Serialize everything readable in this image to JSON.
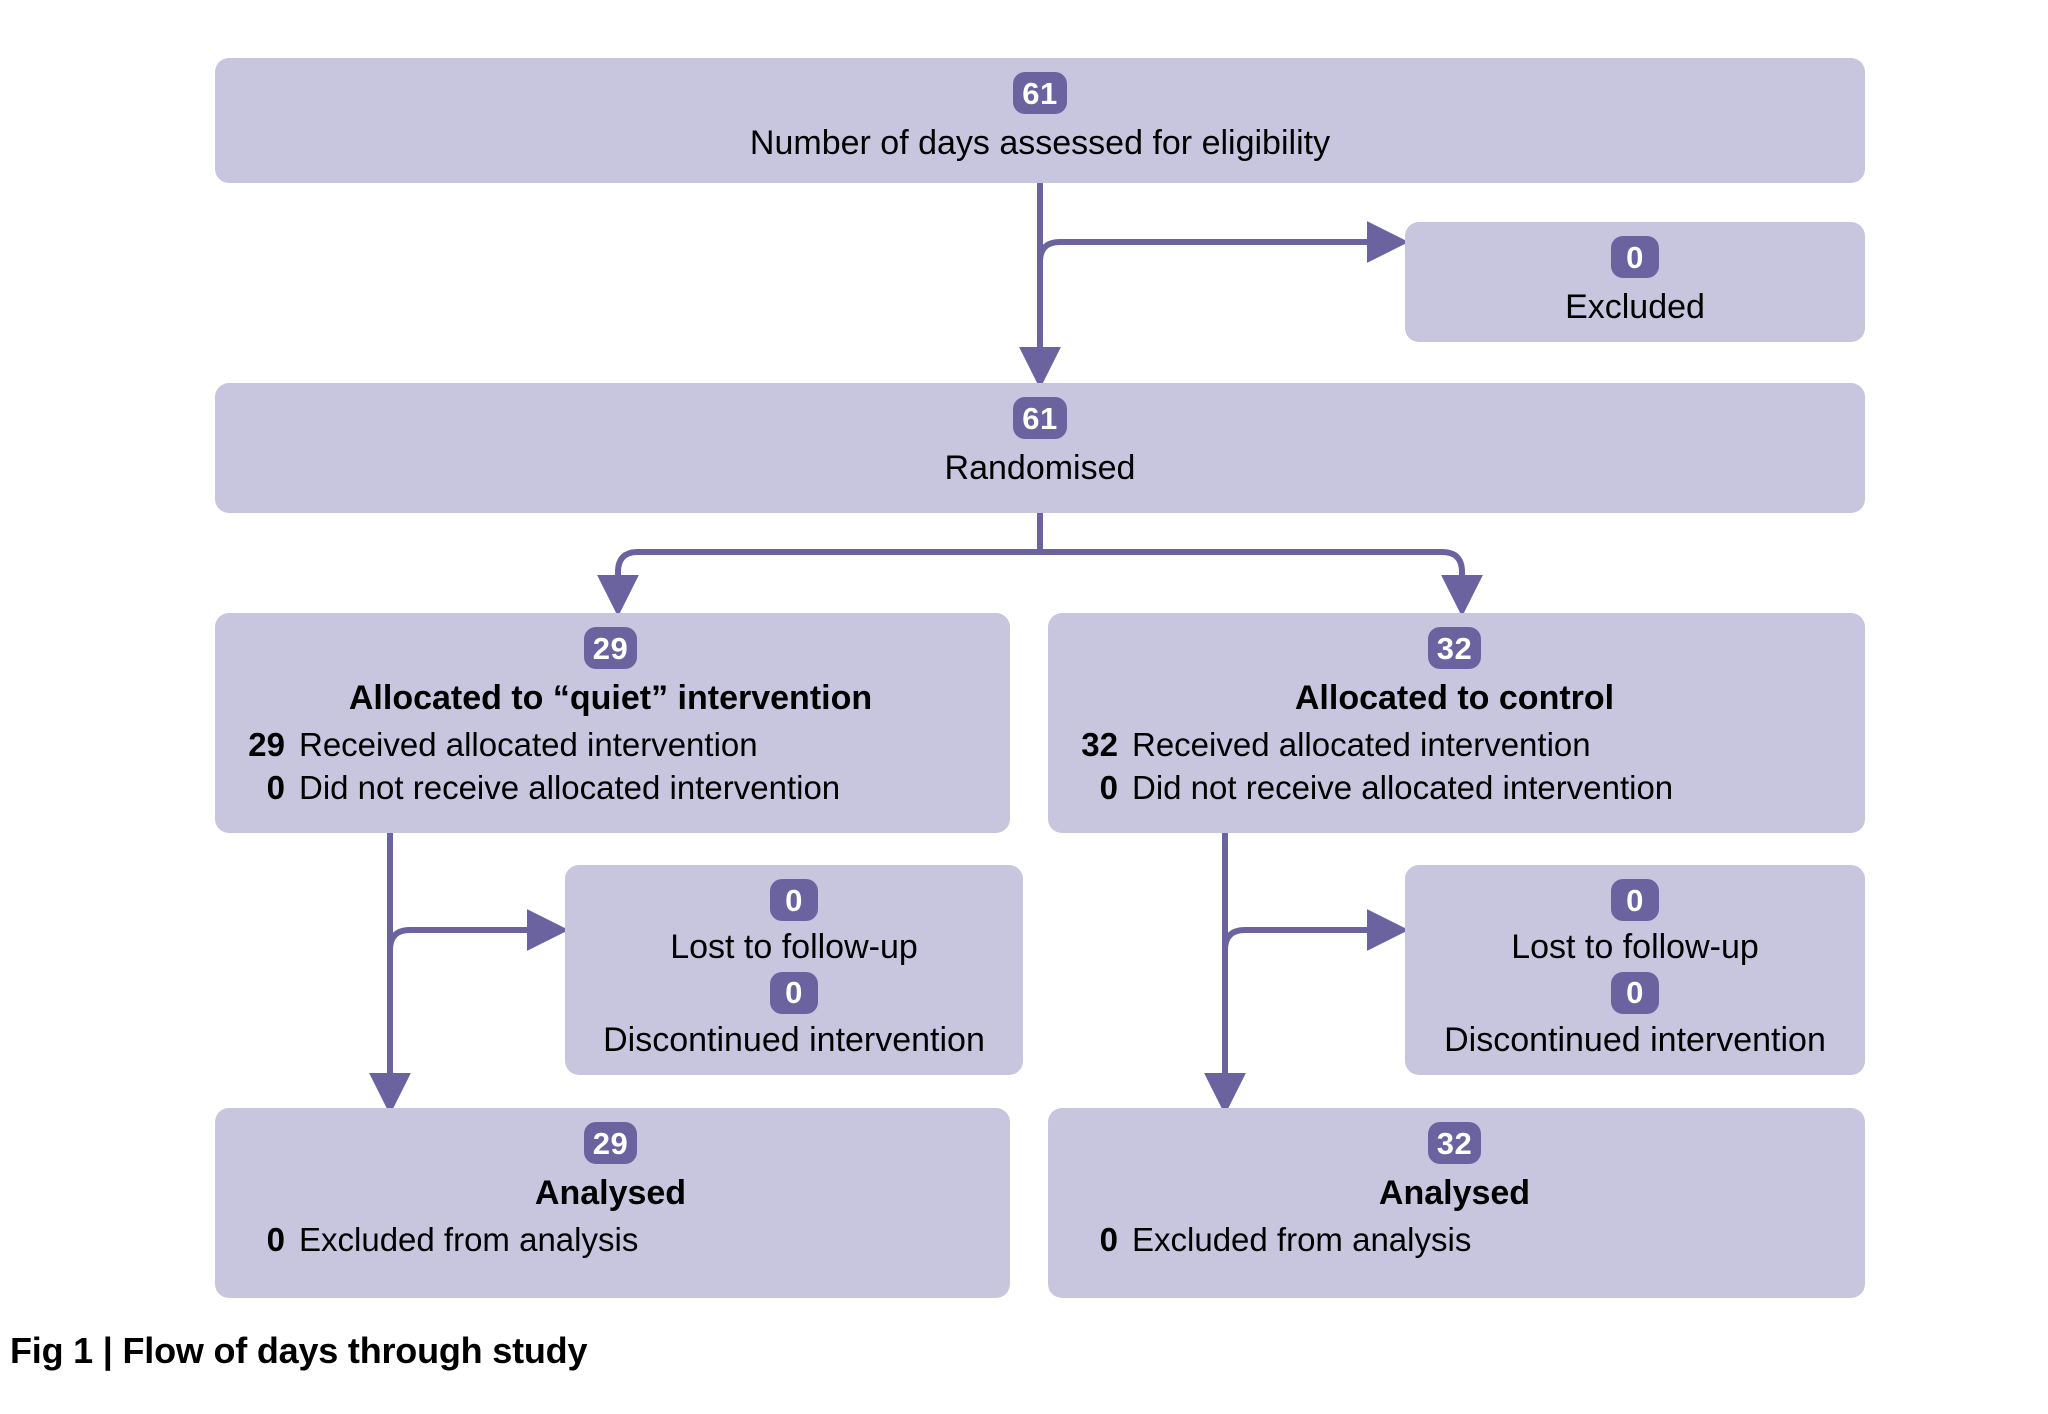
{
  "figure": {
    "caption": "Fig 1 | Flow of days through study",
    "colors": {
      "box_fill": "#c8c5de",
      "badge_fill": "#6b62a0",
      "badge_text": "#ffffff",
      "connector": "#6b62a0",
      "text": "#000000",
      "background": "#ffffff"
    }
  },
  "nodes": {
    "eligibility": {
      "count": "61",
      "title": "Number of days assessed for eligibility"
    },
    "excluded": {
      "count": "0",
      "title": "Excluded"
    },
    "randomised": {
      "count": "61",
      "title": "Randomised"
    },
    "allocation_left": {
      "count": "29",
      "title": "Allocated to “quiet” intervention",
      "rows": [
        {
          "num": "29",
          "label": "Received allocated intervention"
        },
        {
          "num": "0",
          "label": "Did not receive allocated intervention"
        }
      ]
    },
    "allocation_right": {
      "count": "32",
      "title": "Allocated to control",
      "rows": [
        {
          "num": "32",
          "label": "Received allocated intervention"
        },
        {
          "num": "0",
          "label": "Did not receive allocated intervention"
        }
      ]
    },
    "followup_left": {
      "pairs": [
        {
          "count": "0",
          "label": "Lost to follow-up"
        },
        {
          "count": "0",
          "label": "Discontinued intervention"
        }
      ]
    },
    "followup_right": {
      "pairs": [
        {
          "count": "0",
          "label": "Lost to follow-up"
        },
        {
          "count": "0",
          "label": "Discontinued intervention"
        }
      ]
    },
    "analysed_left": {
      "count": "29",
      "title": "Analysed",
      "rows": [
        {
          "num": "0",
          "label": "Excluded from analysis"
        }
      ]
    },
    "analysed_right": {
      "count": "32",
      "title": "Analysed",
      "rows": [
        {
          "num": "0",
          "label": "Excluded from analysis"
        }
      ]
    }
  },
  "chart_data": {
    "type": "diagram",
    "title": "Fig 1 | Flow of days through study",
    "diagram_kind": "CONSORT participant flow",
    "unit": "days",
    "stages": [
      {
        "stage": "Assessed for eligibility",
        "n": 61
      },
      {
        "stage": "Excluded",
        "n": 0
      },
      {
        "stage": "Randomised",
        "n": 61
      },
      {
        "stage": "Allocated to “quiet” intervention",
        "n": 29
      },
      {
        "stage": "Allocated to control",
        "n": 32
      },
      {
        "stage": "Quiet: received allocated intervention",
        "n": 29
      },
      {
        "stage": "Quiet: did not receive allocated intervention",
        "n": 0
      },
      {
        "stage": "Control: received allocated intervention",
        "n": 32
      },
      {
        "stage": "Control: did not receive allocated intervention",
        "n": 0
      },
      {
        "stage": "Quiet: lost to follow-up",
        "n": 0
      },
      {
        "stage": "Quiet: discontinued intervention",
        "n": 0
      },
      {
        "stage": "Control: lost to follow-up",
        "n": 0
      },
      {
        "stage": "Control: discontinued intervention",
        "n": 0
      },
      {
        "stage": "Quiet: analysed",
        "n": 29
      },
      {
        "stage": "Quiet: excluded from analysis",
        "n": 0
      },
      {
        "stage": "Control: analysed",
        "n": 32
      },
      {
        "stage": "Control: excluded from analysis",
        "n": 0
      }
    ],
    "edges": [
      {
        "from": "Assessed for eligibility",
        "to": "Excluded"
      },
      {
        "from": "Assessed for eligibility",
        "to": "Randomised"
      },
      {
        "from": "Randomised",
        "to": "Allocated to “quiet” intervention"
      },
      {
        "from": "Randomised",
        "to": "Allocated to control"
      },
      {
        "from": "Allocated to “quiet” intervention",
        "to": "Quiet: lost to follow-up"
      },
      {
        "from": "Allocated to “quiet” intervention",
        "to": "Quiet: analysed"
      },
      {
        "from": "Allocated to control",
        "to": "Control: lost to follow-up"
      },
      {
        "from": "Allocated to control",
        "to": "Control: analysed"
      }
    ]
  }
}
